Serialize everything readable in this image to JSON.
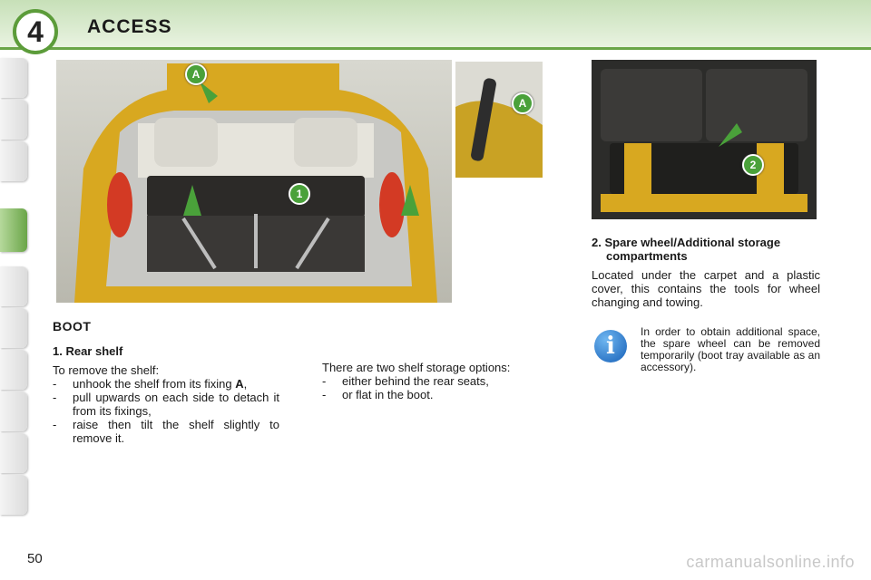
{
  "header": {
    "chapter_number": "4",
    "chapter_title": "ACCESS"
  },
  "figures": {
    "markers": {
      "fixing": "A",
      "shelf": "1",
      "spare": "2"
    }
  },
  "boot": {
    "heading": "BOOT",
    "rear_shelf_title": "1. Rear shelf",
    "remove_intro": "To remove the shelf:",
    "steps": [
      {
        "dash": "-",
        "text": "unhook the shelf from its fixing ",
        "bold": "A",
        "tail": ","
      },
      {
        "dash": "-",
        "text": "pull upwards on each side to detach it from its fixings,"
      },
      {
        "dash": "-",
        "text": "raise then tilt the shelf slightly to remove it."
      }
    ],
    "storage_intro": "There are two shelf storage options:",
    "storage_options": [
      {
        "dash": "-",
        "text": "either behind the rear seats,"
      },
      {
        "dash": "-",
        "text": "or flat in the boot."
      }
    ]
  },
  "spare": {
    "title_num": "2.",
    "title": "Spare wheel/Additional storage compartments",
    "text": "Located under the carpet and a plastic cover, this contains the tools for wheel changing and towing."
  },
  "info": {
    "icon_glyph": "i",
    "text": "In order to obtain additional space, the spare wheel can be removed temporarily (boot tray available as an accessory)."
  },
  "footer": {
    "page_number": "50",
    "watermark": "carmanualsonline.info"
  },
  "colors": {
    "accent_green": "#5c9c3a",
    "car_yellow": "#d8a820",
    "info_blue": "#1660b8"
  }
}
